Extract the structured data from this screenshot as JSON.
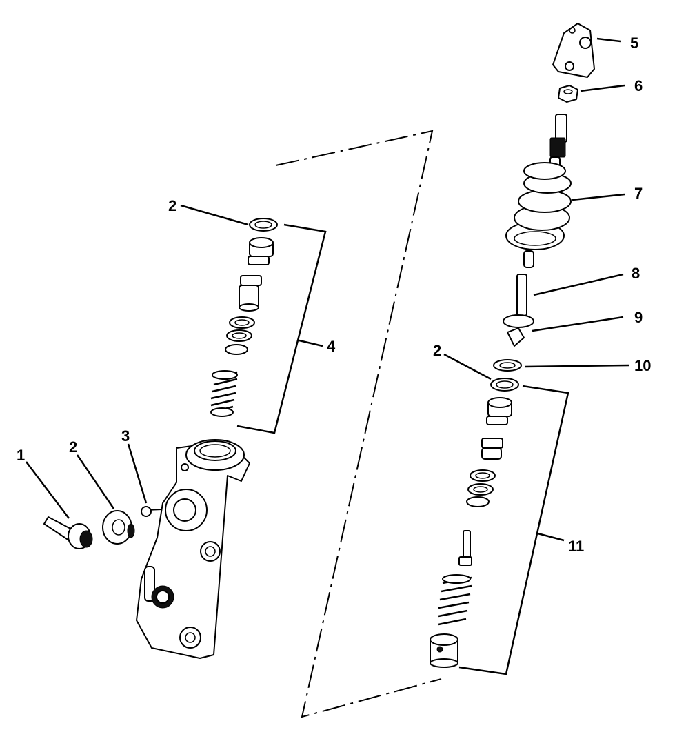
{
  "callouts": {
    "c1": "1",
    "c2a": "2",
    "c2b": "2",
    "c2c": "2",
    "c3": "3",
    "c4": "4",
    "c5": "5",
    "c6": "6",
    "c7": "7",
    "c8": "8",
    "c9": "9",
    "c10": "10",
    "c11": "11"
  }
}
